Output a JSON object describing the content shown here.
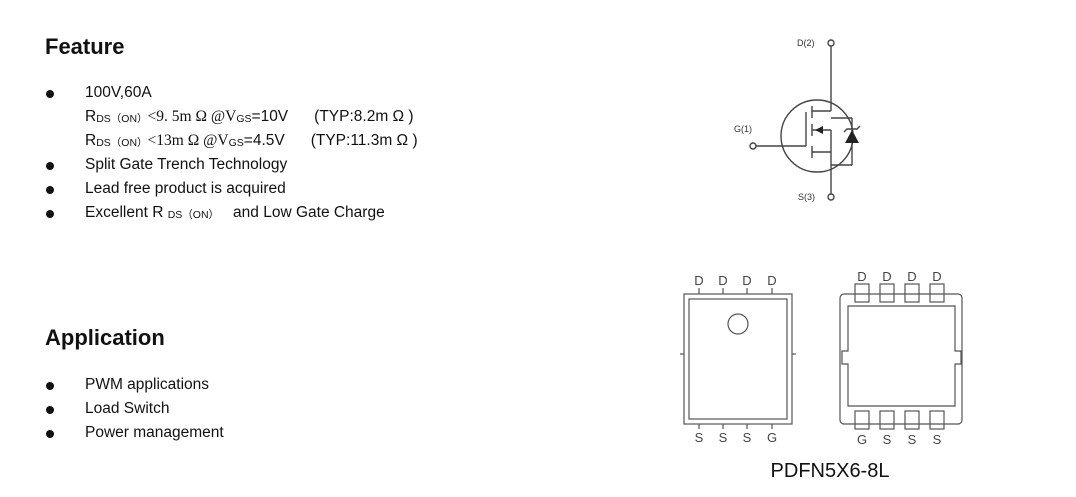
{
  "feature": {
    "heading": "Feature",
    "rating": "100V,60A",
    "rds1": {
      "r": "R",
      "sub": "DS（ON）",
      "cond": "<9. 5m Ω @V",
      "vsub": "GS",
      "val": "=10V",
      "typ": "(TYP:8.2m Ω )"
    },
    "rds2": {
      "r": "R",
      "sub": "DS（ON）",
      "cond": "<13m Ω @V",
      "vsub": "GS",
      "val": "=4.5V",
      "typ": "(TYP:11.3m Ω )"
    },
    "split_gate": "Split Gate Trench Technology",
    "lead_free": "Lead free product is acquired",
    "excellent": {
      "prefix": "Excellent R ",
      "sub": "DS（ON）",
      "suffix": "and Low Gate Charge"
    }
  },
  "application": {
    "heading": "Application",
    "items": [
      "PWM applications",
      "Load Switch",
      "Power management"
    ]
  },
  "symbol": {
    "drain": "D(2)",
    "gate": "G(1)",
    "source": "S(3)"
  },
  "package": {
    "name": "PDFN5X6-8L",
    "top_pins_left": [
      "D",
      "D",
      "D",
      "D"
    ],
    "bottom_pins_left": [
      "S",
      "S",
      "S",
      "G"
    ],
    "top_pins_right": [
      "D",
      "D",
      "D",
      "D"
    ],
    "bottom_pins_right": [
      "G",
      "S",
      "S",
      "S"
    ]
  }
}
